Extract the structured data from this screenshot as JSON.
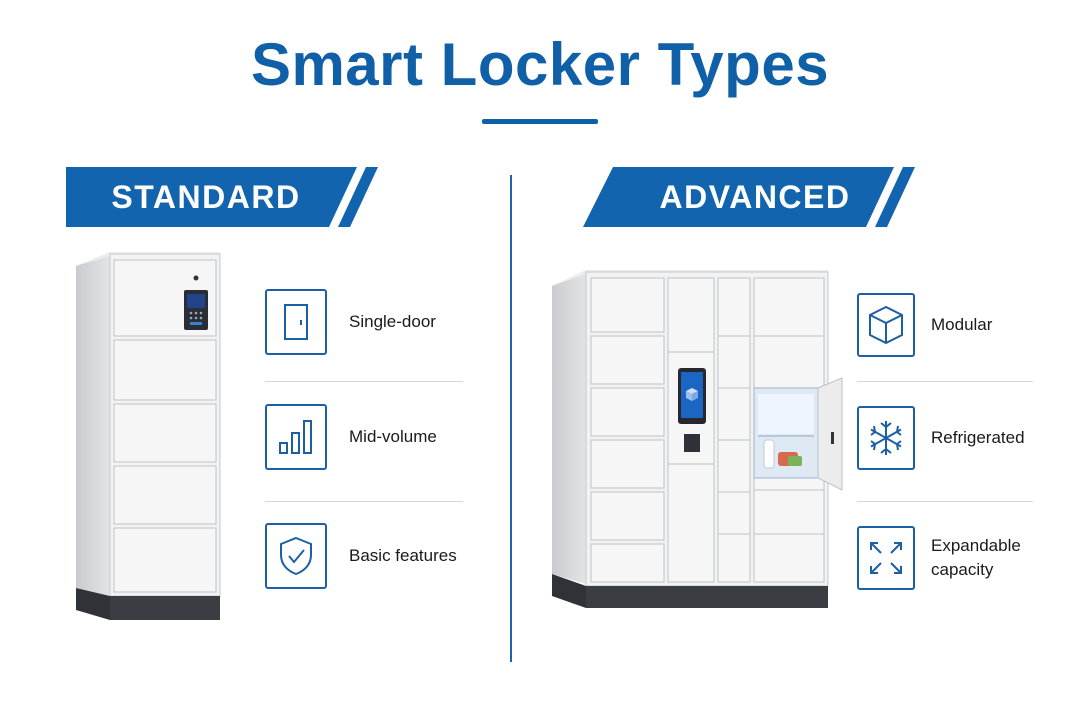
{
  "title": "Smart Locker Types",
  "colors": {
    "accent": "#1060a8",
    "banner": "#1364ae",
    "icon_stroke": "#1c5fa3"
  },
  "standard": {
    "heading": "STANDARD",
    "features": [
      {
        "icon": "single-door-icon",
        "label": "Single-door"
      },
      {
        "icon": "bar-chart-icon",
        "label": "Mid-volume"
      },
      {
        "icon": "shield-check-icon",
        "label": "Basic features"
      }
    ]
  },
  "advanced": {
    "heading": "ADVANCED",
    "features": [
      {
        "icon": "cube-icon",
        "label": "Modular"
      },
      {
        "icon": "snowflake-icon",
        "label": "Refrigerated"
      },
      {
        "icon": "expand-arrows-icon",
        "label_line1": "Expandable",
        "label_line2": "capacity"
      }
    ]
  }
}
